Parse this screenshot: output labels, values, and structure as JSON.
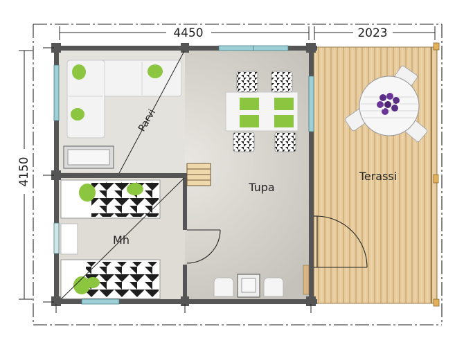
{
  "dimensions": {
    "width_main": "4450",
    "width_terrace": "2023",
    "height": "4150"
  },
  "rooms": {
    "living": "Tupa",
    "bedroom": "Mh",
    "terrace": "Terassi",
    "loft": "Parvi"
  },
  "colors": {
    "wall": "#555555",
    "floor": "#cbc9c1",
    "terrace_wood": "#e2c79a",
    "window": "#9ccfd6",
    "cushion": "#8cc640",
    "sofa": "#f1f1f1",
    "flowers": "#5a2d86"
  }
}
